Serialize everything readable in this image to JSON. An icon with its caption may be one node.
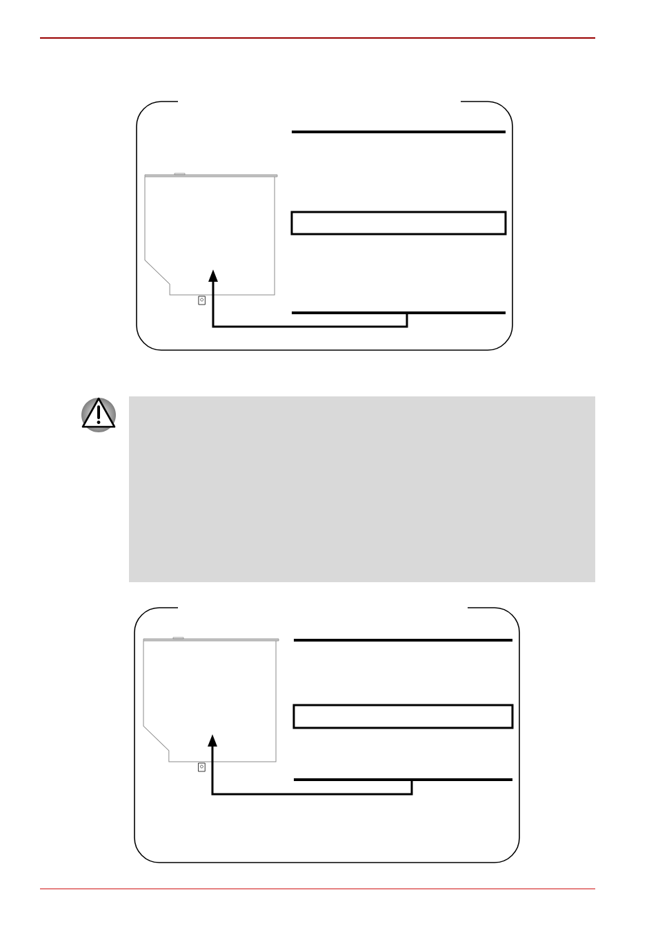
{
  "diagram": {
    "nodes": [
      {
        "text": [],
        "shape": "box"
      },
      {
        "text": [],
        "shape": "picture",
        "in": 0
      },
      {
        "text": [],
        "shape": "box",
        "in": 0
      },
      {
        "text": [],
        "shape": "box"
      },
      {
        "text": [],
        "shape": "box"
      },
      {
        "text": [],
        "shape": "picture",
        "in": 4
      },
      {
        "text": [],
        "shape": "box",
        "in": 4
      }
    ],
    "edges": [
      {
        "from": null,
        "to": 1,
        "arrow": "to"
      },
      {
        "from": null,
        "to": 5,
        "arrow": "to"
      }
    ]
  }
}
